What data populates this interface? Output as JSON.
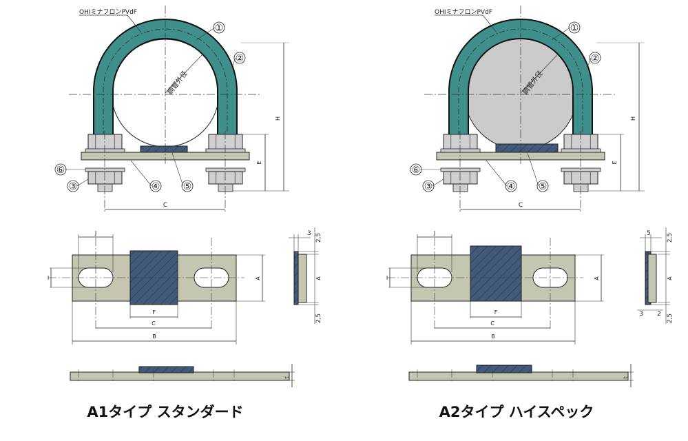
{
  "colors": {
    "ubolt_coating": "#3f8f8c",
    "plate": "#c4c6b1",
    "pad": "#42597a",
    "nut": "#cfcfcf",
    "pipe_a2": "#cbcbcb"
  },
  "panels": [
    {
      "id": "a1",
      "title": "A1タイプ スタンダード",
      "coating_label": "OHIミナフロンPVdF",
      "pipe_label": "鋼管外径",
      "callouts": [
        "①",
        "②",
        "③",
        "④",
        "⑤",
        "⑥"
      ],
      "dims": {
        "H": "H",
        "E": "E",
        "C_top": "C",
        "J": "J",
        "I": "I",
        "A": "A",
        "F": "F",
        "C": "C",
        "B": "B",
        "side_width": "3",
        "side_top": "2,5",
        "side_A": "A",
        "side_bottom": "2,5",
        "t": "t"
      }
    },
    {
      "id": "a2",
      "title": "A2タイプ ハイスペック",
      "coating_label": "OHIミナフロンPVdF",
      "pipe_label": "鋼管外径",
      "callouts": [
        "①",
        "②",
        "③",
        "④",
        "⑤",
        "⑥"
      ],
      "dims": {
        "H": "H",
        "E": "E",
        "C_top": "C",
        "J": "J",
        "I": "I",
        "A": "A",
        "F": "F",
        "C": "C",
        "B": "B",
        "side_width": "5",
        "side_top": "2,5",
        "side_A": "A",
        "side_bottom": "2,5",
        "side_pad": "3",
        "side_plate": "2",
        "t": "t"
      }
    }
  ]
}
